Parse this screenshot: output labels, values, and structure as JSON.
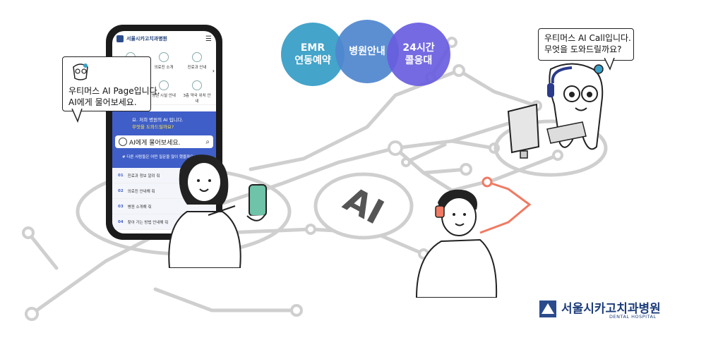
{
  "bubble_page": {
    "line1": "우티머스 AI Page입니다.",
    "line2": "AI에게 물어보세요."
  },
  "bubble_call": {
    "line1": "우티머스 AI Call입니다.",
    "line2": "무엇을 도와드릴까요?"
  },
  "venn": [
    {
      "line1": "EMR",
      "line2": "연동예약",
      "color": "#3aa0c8"
    },
    {
      "line1": "병원안내",
      "line2": "",
      "color": "#4f86cf"
    },
    {
      "line1": "24시간",
      "line2": "콜응대",
      "color": "#6a5ee0"
    }
  ],
  "center_label": "AI",
  "phone": {
    "hospital_name": "서울시카고치과병원",
    "grid": [
      {
        "label": ""
      },
      {
        "label": "의료진 소개"
      },
      {
        "label": "진료과 안내"
      },
      {
        "label": ""
      },
      {
        "label": "병원 시설 안내"
      },
      {
        "label": "3층 약국 위치 안내"
      }
    ],
    "banner_line1": "요. 저희 병원의 AI 입니다.",
    "banner_line2": "무엇을 도와드릴까요?",
    "search_placeholder": "AI에게 물어보세요.",
    "banner_sub": "# 다른 사람들은 어떤 질문을 많이 했을까요?",
    "list": [
      {
        "num": "01",
        "text": "진료과 정보 알려 줘"
      },
      {
        "num": "02",
        "text": "의료진 안내해 줘"
      },
      {
        "num": "03",
        "text": "병원 소개해 줘"
      },
      {
        "num": "04",
        "text": "찾아 가는 방법 안내해 줘"
      }
    ]
  },
  "logo": {
    "name": "서울시카고치과병원",
    "sub": "DENTAL HOSPITAL"
  },
  "colors": {
    "line_gray": "#c8c8c8",
    "accent_red": "#f07a63",
    "brand_navy": "#1d3d7a"
  }
}
